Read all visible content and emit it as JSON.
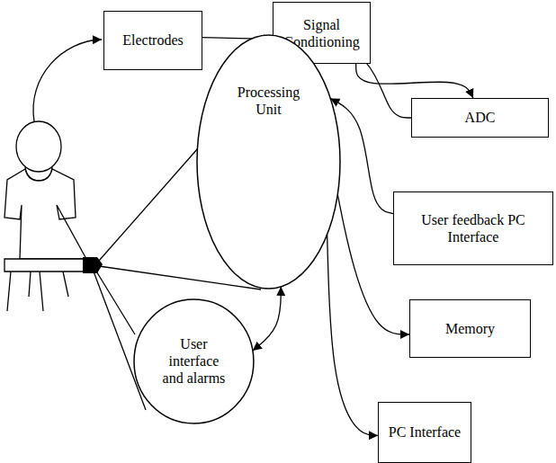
{
  "diagram": {
    "nodes": [
      {
        "text": [
          "Electrodes"
        ]
      },
      {
        "text": [
          "Signal Conditioning"
        ]
      },
      {
        "text": [
          "ADC"
        ]
      },
      {
        "text": [
          "Processing Unit"
        ]
      },
      {
        "text": [
          "User feedback PC Interface"
        ]
      },
      {
        "text": [
          "Memory"
        ]
      },
      {
        "text": [
          "User interface and alarms"
        ]
      },
      {
        "text": [
          "PC Interface"
        ]
      }
    ],
    "edges": [
      {
        "from": 0,
        "to": 1,
        "arrow": "to"
      },
      {
        "from": 1,
        "to": 2,
        "arrow": "to"
      },
      {
        "from": 2,
        "to": 3,
        "arrow": "to"
      },
      {
        "from": 4,
        "to": 3,
        "arrow": "to"
      },
      {
        "from": 3,
        "to": 5,
        "arrow": "to"
      },
      {
        "from": 3,
        "to": 7,
        "arrow": "to"
      },
      {
        "from": 3,
        "to": 6,
        "arrow": "both"
      }
    ]
  }
}
